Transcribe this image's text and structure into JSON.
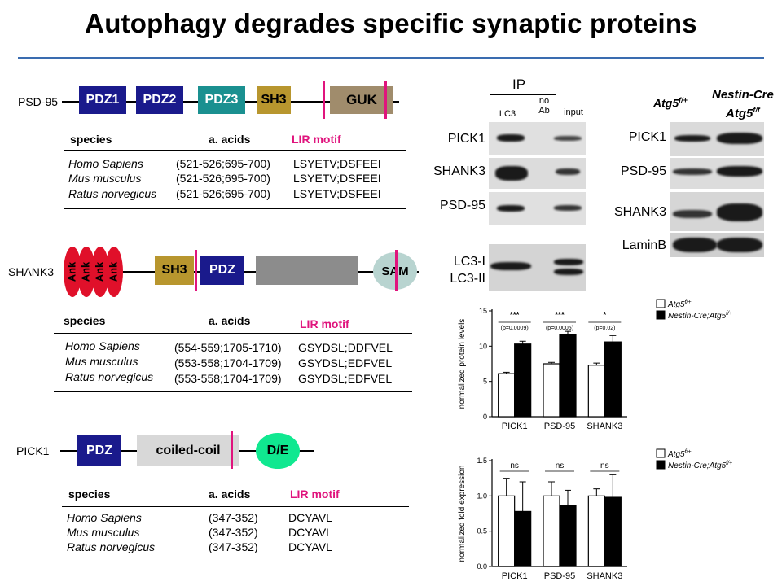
{
  "title": "Autophagy degrades specific synaptic proteins",
  "colors": {
    "rule": "#3a6cb0",
    "lir_marker": "#e0147d",
    "pdz": "#1a1a8c",
    "pdz3": "#1a9090",
    "sh3": "#b8962e",
    "guk": "#a08c6c",
    "ank": "#e0102a",
    "sam": "#b8d4d0",
    "coil": "#d8d8d8",
    "de": "#10e890"
  },
  "psd95": {
    "label": "PSD-95",
    "domains": [
      "PDZ1",
      "PDZ2",
      "PDZ3",
      "SH3",
      "GUK"
    ],
    "table": {
      "headers": [
        "species",
        "a. acids",
        "LIR motif"
      ],
      "rows": [
        [
          "Homo Sapiens",
          "(521-526;695-700)",
          "LSYETV;DSFEEI"
        ],
        [
          "Mus musculus",
          "(521-526;695-700)",
          "LSYETV;DSFEEI"
        ],
        [
          "Ratus norvegicus",
          "(521-526;695-700)",
          "LSYETV;DSFEEI"
        ]
      ]
    }
  },
  "shank3": {
    "label": "SHANK3",
    "ank": [
      "Ank",
      "Ank",
      "Ank",
      "Ank"
    ],
    "domains": [
      "SH3",
      "PDZ",
      "SAM"
    ],
    "table": {
      "headers": [
        "species",
        "a. acids",
        "LIR motif"
      ],
      "rows": [
        [
          "Homo Sapiens",
          "(554-559;1705-1710)",
          "GSYDSL;DDFVEL"
        ],
        [
          "Mus musculus",
          "(553-558;1704-1709)",
          "GSYDSL;EDFVEL"
        ],
        [
          "Ratus norvegicus",
          "(553-558;1704-1709)",
          "GSYDSL;EDFVEL"
        ]
      ]
    }
  },
  "pick1": {
    "label": "PICK1",
    "domains": [
      "PDZ",
      "coiled-coil",
      "D/E"
    ],
    "table": {
      "headers": [
        "species",
        "a. acids",
        "LIR motif"
      ],
      "rows": [
        [
          "Homo Sapiens",
          "(347-352)",
          "DCYAVL"
        ],
        [
          "Mus musculus",
          "(347-352)",
          "DCYAVL"
        ],
        [
          "Ratus norvegicus",
          "(347-352)",
          "DCYAVL"
        ]
      ]
    }
  },
  "ip_blot": {
    "header": "IP",
    "columns": [
      "LC3",
      "no\nAb",
      "input"
    ],
    "rows": [
      "PICK1",
      "SHANK3",
      "PSD-95",
      "LC3-I",
      "LC3-II"
    ]
  },
  "ko_blot": {
    "columns": [
      "Atg5f/+",
      "Nestin-Cre\nAtg5f/f"
    ],
    "col1_main": "Atg5",
    "col1_sup": "f/+",
    "col2_line1": "Nestin-Cre",
    "col2_main": "Atg5",
    "col2_sup": "f/f",
    "rows": [
      "PICK1",
      "PSD-95",
      "SHANK3",
      "LaminB"
    ]
  },
  "chart_data": [
    {
      "type": "bar",
      "ylabel": "normalized protein levels",
      "categories": [
        "PICK1",
        "PSD-95",
        "SHANK3"
      ],
      "ylim": [
        0,
        15
      ],
      "yticks": [
        0,
        5,
        10,
        15
      ],
      "legend_position": "top-right",
      "series": [
        {
          "name": "Atg5f/+",
          "legend_main": "Atg5",
          "legend_sup": "f/+",
          "fill": "#ffffff",
          "values": [
            6.1,
            7.5,
            7.3
          ],
          "errors": [
            0.2,
            0.2,
            0.3
          ]
        },
        {
          "name": "Nestin-Cre;Atg5f/+",
          "legend_main": "Nestin-Cre;Atg5",
          "legend_sup": "f/+",
          "fill": "#000000",
          "values": [
            10.3,
            11.7,
            10.6
          ],
          "errors": [
            0.4,
            0.4,
            0.9
          ]
        }
      ],
      "annotations": [
        {
          "stars": "***",
          "p": "(p=0.0009)"
        },
        {
          "stars": "***",
          "p": "(p=0.0005)"
        },
        {
          "stars": "*",
          "p": "(p=0.02)"
        }
      ]
    },
    {
      "type": "bar",
      "ylabel": "normalized fold expression",
      "categories": [
        "PICK1",
        "PSD-95",
        "SHANK3"
      ],
      "ylim": [
        0,
        1.5
      ],
      "yticks": [
        0.0,
        0.5,
        1.0,
        1.5
      ],
      "legend_position": "top-right",
      "series": [
        {
          "name": "Atg5f/+",
          "legend_main": "Atg5",
          "legend_sup": "f/+",
          "fill": "#ffffff",
          "values": [
            1.0,
            1.0,
            1.0
          ],
          "errors": [
            0.25,
            0.2,
            0.1
          ]
        },
        {
          "name": "Nestin-Cre;Atg5f/+",
          "legend_main": "Nestin-Cre;Atg5",
          "legend_sup": "f/+",
          "fill": "#000000",
          "values": [
            0.78,
            0.86,
            0.98
          ],
          "errors": [
            0.42,
            0.22,
            0.32
          ]
        }
      ],
      "annotations": [
        {
          "stars": "ns",
          "p": ""
        },
        {
          "stars": "ns",
          "p": ""
        },
        {
          "stars": "ns",
          "p": ""
        }
      ]
    }
  ]
}
